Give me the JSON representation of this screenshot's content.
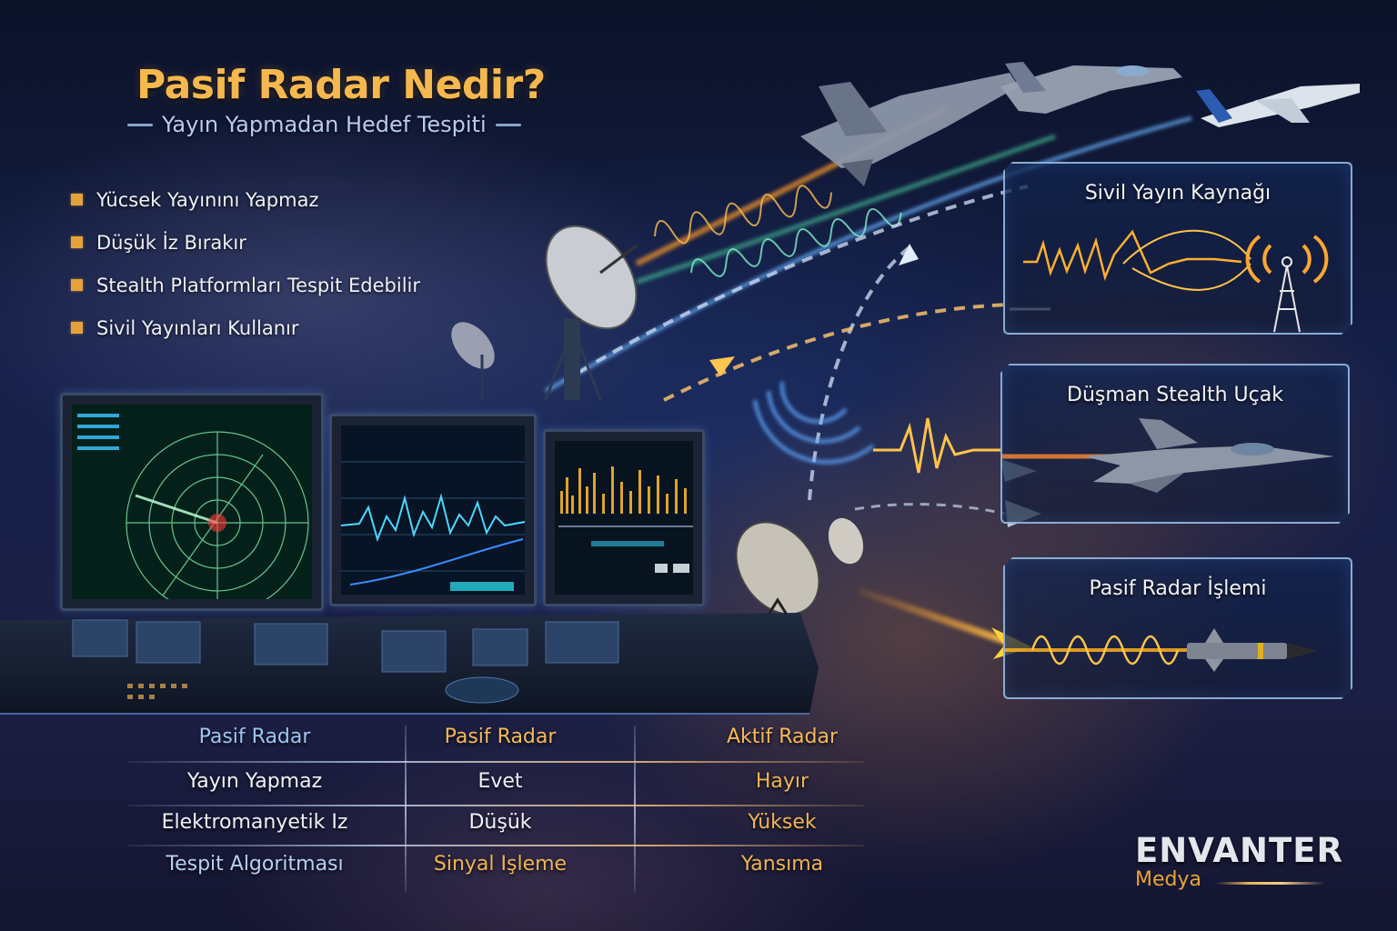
{
  "header": {
    "title": "Pasif Radar Nedir?",
    "subtitle": "Yayın Yapmadan Hedef Tespiti"
  },
  "features": [
    {
      "label": "Yücsek Yayınını Yapmaz"
    },
    {
      "label": "Düşük İz Bırakır"
    },
    {
      "label": "Stealth Platformları Tespit Edebilir"
    },
    {
      "label": "Sivil Yayınları Kullanır"
    }
  ],
  "panels": [
    {
      "title": "Sivil Yayın Kaynağı",
      "icon": "broadcast-tower-icon"
    },
    {
      "title": "Düşman Stealth Uçak",
      "icon": "stealth-jet-icon"
    },
    {
      "title": "Pasif Radar İşlemi",
      "icon": "missile-icon"
    }
  ],
  "comparison": {
    "headers": [
      "Pasif Radar",
      "Pasif Radar",
      "Aktif Radar"
    ],
    "rows": [
      {
        "feature": "Yayın Yapmaz",
        "passive": "Evet",
        "active": "Hayır"
      },
      {
        "feature": "Elektromanyetik Iz",
        "passive": "Düşük",
        "active": "Yüksek"
      },
      {
        "feature": "Tespit Algoritması",
        "passive": "Sinyal Işleme",
        "active": "Yansıma"
      }
    ]
  },
  "brand": {
    "name": "ENVANTER",
    "sub": "Medya"
  },
  "colors": {
    "title_gold": "#f5b84f",
    "subtitle_blue": "#b7cdf0",
    "bullet_gold": "#e6a23a",
    "panel_border": "#a0c3eb",
    "signal_orange": "#ffb030",
    "signal_blue": "#5aa8ff",
    "radar_green": "#3fd07a",
    "background_navy": "#15204a"
  }
}
